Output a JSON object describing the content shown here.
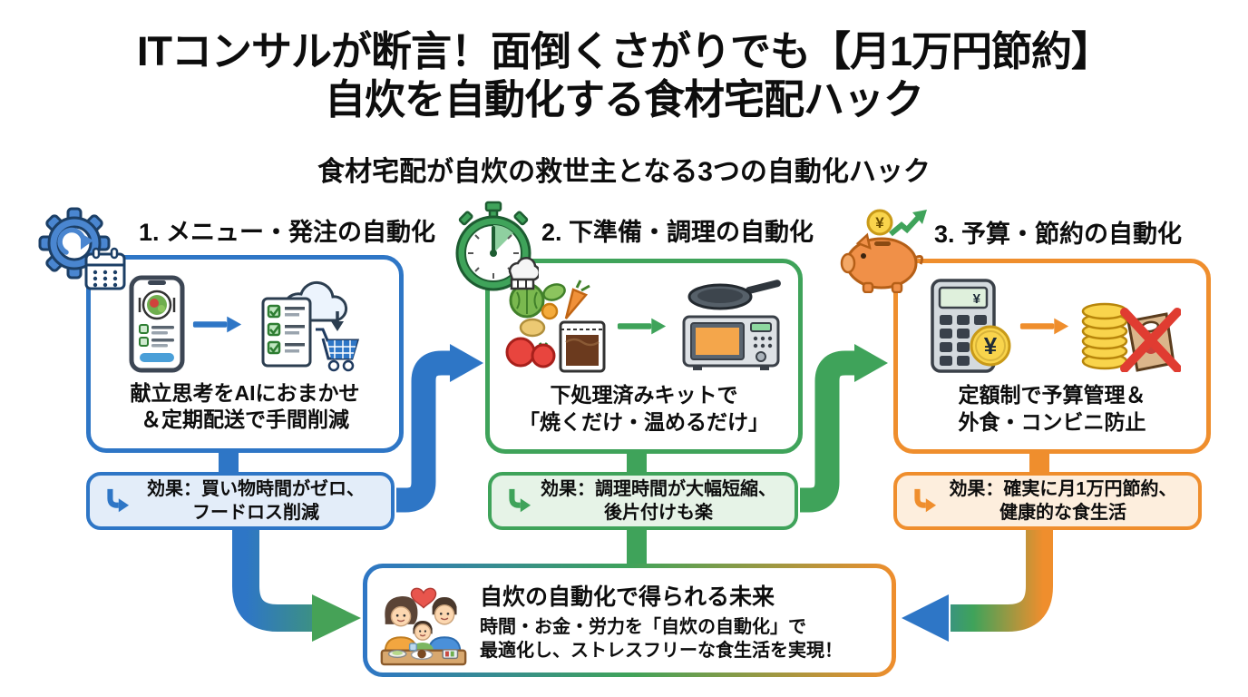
{
  "glyphs": {
    "yen": "¥"
  },
  "title": {
    "line1": "ITコンサルが断言！面倒くさがりでも【月1万円節約】",
    "line2": "自炊を自動化する食材宅配ハック"
  },
  "subtitle": "食材宅配が自炊の救世主となる3つの自動化ハック",
  "colors": {
    "blue": "#2e76c6",
    "green": "#3fa35a",
    "orange": "#ef8e2d",
    "blue_fill": "#e3edf9",
    "green_fill": "#e6f3e7",
    "orange_fill": "#fdeedd"
  },
  "columns": [
    {
      "header": "1. メニュー・発注の自動化",
      "header_icon": "gear-calendar-icon",
      "left_icon": "smartphone-menu-icon",
      "right_icon": "cloud-checklist-cart-icon",
      "caption_line1": "献立思考をAIにおまかせ",
      "caption_line2": "＆定期配送で手間削減",
      "effect_line1": "効果：買い物時間がゼロ、",
      "effect_line2": "フードロス削減"
    },
    {
      "header": "2. 下準備・調理の自動化",
      "header_icon": "stopwatch-chef-icon",
      "left_icon": "mealkit-vegetables-icon",
      "right_icon": "pan-microwave-icon",
      "caption_line1": "下処理済みキットで",
      "caption_line2": "「焼くだけ・温めるだけ」",
      "effect_line1": "効果：調理時間が大幅短縮、",
      "effect_line2": "後片付けも楽"
    },
    {
      "header": "3. 予算・節約の自動化",
      "header_icon": "piggybank-icon",
      "left_icon": "calculator-yen-icon",
      "right_icon": "coins-no-takeout-icon",
      "caption_line1": "定額制で予算管理＆",
      "caption_line2": "外食・コンビニ防止",
      "effect_line1": "効果：確実に月1万円節約、",
      "effect_line2": "健康的な食生活"
    }
  ],
  "future": {
    "title": "自炊の自動化で得られる未来",
    "body_line1": "時間・お金・労力を「自炊の自動化」で",
    "body_line2": "最適化し、ストレスフリーな食生活を実現！"
  }
}
